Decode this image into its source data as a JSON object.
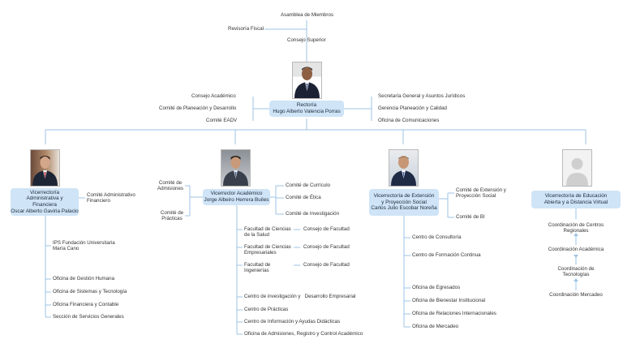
{
  "top": {
    "asamblea": "Asamblea de Miembros",
    "revisoria": "Revisoría Fiscal",
    "consejo_superior": "Consejo Superior"
  },
  "rectoria": {
    "title": "Rectoría",
    "name": "Hugo Alberto Valencia Porras",
    "left": [
      "Consejo Académico",
      "Comité de Planeación y Desarrollo",
      "Comité EADV"
    ],
    "right": [
      "Secretaría General y Asuntos Jurídicos",
      "Gerencia Planeación y Calidad",
      "Oficina de Comunicaciones"
    ]
  },
  "v1": {
    "title": "Vicerrectoría Administrativa y Financiera",
    "name": "Oscar Alberto Gaviria Palacio",
    "comite": "Comité Administrativo Financiero",
    "ips": "IPS Fundación Universitaria María Cano",
    "items": [
      "Oficina de Gestión Humana",
      "Oficina de Sistemas y Tecnología",
      "Oficina Financiera y Contable",
      "Sección de Servicios Generales"
    ]
  },
  "v2": {
    "title": "Vicerrector Académico",
    "name": "Jorge Albeiro Herrera Builes",
    "left": [
      "Comité de Admisiones",
      "Comité de Prácticas"
    ],
    "right": [
      "Comité de Currículo",
      "Comité de Ética",
      "Comité de Investigación"
    ],
    "facultades": [
      {
        "name": "Facultad de Ciencias de la Salud",
        "consejo": "Consejo de Facultad"
      },
      {
        "name": "Facultad de Ciencias Empresariales",
        "consejo": "Consejo de Facultad"
      },
      {
        "name": "Facultad de Ingenierías",
        "consejo": "Consejo de Facultad"
      }
    ],
    "centros": [
      "Centro de investigación y   Desarrollo Empresarial",
      "Centro de Prácticas",
      "Centro de Información y Ayudas Didácticas",
      "Oficina de Admisiones, Registro y Control Académico"
    ]
  },
  "v3": {
    "title": "Vicerrectoría de Extensión y Proyección Social",
    "name": "Carlos Julio Escobar Noreña",
    "right": [
      "Comité de  Extensión y Proyección Social",
      "Comité de BI"
    ],
    "centros": [
      "Centro de Consultoría",
      "Centro de Formación Continua"
    ],
    "oficinas": [
      "Oficina de Egresados",
      "Oficina de Bienestar Institucional",
      "Oficina de Relaciones Internacionales",
      "Oficina de Mercadeo"
    ]
  },
  "v4": {
    "title": "Vicerrectoría de Educación Abierta y a Distancia Virtual",
    "items": [
      "Coordinación de Centros Regionales",
      "Coordinación Académica",
      "Coordinación de Tecnologías",
      "Coordinación Mercadeo"
    ]
  },
  "colors": {
    "line": "#9cc3e6",
    "box": "#cfe4f6"
  }
}
